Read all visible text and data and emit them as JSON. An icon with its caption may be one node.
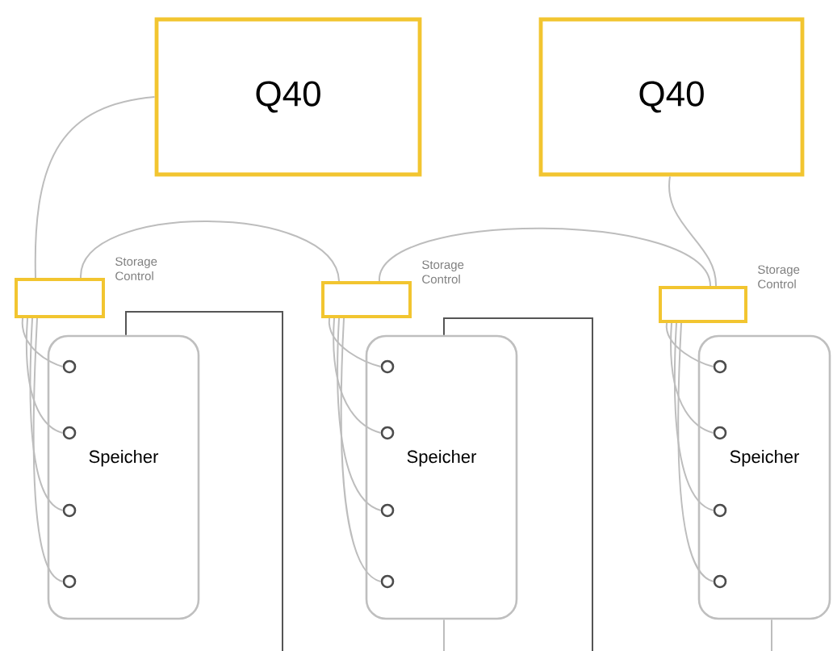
{
  "diagram": {
    "nodes": [
      {
        "text": [
          "Q40"
        ]
      },
      {
        "text": [
          "Q40"
        ]
      },
      {
        "text": [],
        "shape": "box",
        "beside": [
          "Storage Control"
        ]
      },
      {
        "text": [],
        "shape": "box",
        "beside": [
          "Storage Control"
        ]
      },
      {
        "text": [],
        "shape": "box",
        "beside": [
          "Storage Control"
        ]
      },
      {
        "text": [
          "Speicher"
        ]
      },
      {
        "text": [],
        "shape": "circle",
        "in": 5
      },
      {
        "text": [],
        "shape": "circle",
        "in": 5
      },
      {
        "text": [],
        "shape": "circle",
        "in": 5
      },
      {
        "text": [],
        "shape": "circle",
        "in": 5
      },
      {
        "text": [
          "Speicher"
        ]
      },
      {
        "text": [],
        "shape": "circle",
        "in": 10
      },
      {
        "text": [],
        "shape": "circle",
        "in": 10
      },
      {
        "text": [],
        "shape": "circle",
        "in": 10
      },
      {
        "text": [],
        "shape": "circle",
        "in": 10
      },
      {
        "text": [
          "Speicher"
        ]
      },
      {
        "text": [],
        "shape": "circle",
        "in": 15
      },
      {
        "text": [],
        "shape": "circle",
        "in": 15
      },
      {
        "text": [],
        "shape": "circle",
        "in": 15
      },
      {
        "text": [],
        "shape": "circle",
        "in": 15
      }
    ],
    "edges": [
      {
        "from": 0,
        "to": 2,
        "arrow": "none"
      },
      {
        "from": 2,
        "to": 3,
        "arrow": "none"
      },
      {
        "from": 3,
        "to": 4,
        "arrow": "none"
      },
      {
        "from": 1,
        "to": 4,
        "arrow": "none"
      },
      {
        "from": 2,
        "to": 6,
        "arrow": "none"
      },
      {
        "from": 2,
        "to": 7,
        "arrow": "none"
      },
      {
        "from": 2,
        "to": 8,
        "arrow": "none"
      },
      {
        "from": 2,
        "to": 9,
        "arrow": "none"
      },
      {
        "from": 3,
        "to": 11,
        "arrow": "none"
      },
      {
        "from": 3,
        "to": 12,
        "arrow": "none"
      },
      {
        "from": 3,
        "to": 13,
        "arrow": "none"
      },
      {
        "from": 3,
        "to": 14,
        "arrow": "none"
      },
      {
        "from": 4,
        "to": 16,
        "arrow": "none"
      },
      {
        "from": 4,
        "to": 17,
        "arrow": "none"
      },
      {
        "from": 4,
        "to": 18,
        "arrow": "none"
      },
      {
        "from": 4,
        "to": 19,
        "arrow": "none"
      },
      {
        "from": 5,
        "to": null,
        "arrow": "none",
        "color": "#555555"
      },
      {
        "from": 10,
        "to": null,
        "arrow": "none",
        "color": "#555555"
      },
      {
        "from": 10,
        "to": null,
        "arrow": "none"
      },
      {
        "from": 15,
        "to": null,
        "arrow": "none"
      }
    ]
  }
}
